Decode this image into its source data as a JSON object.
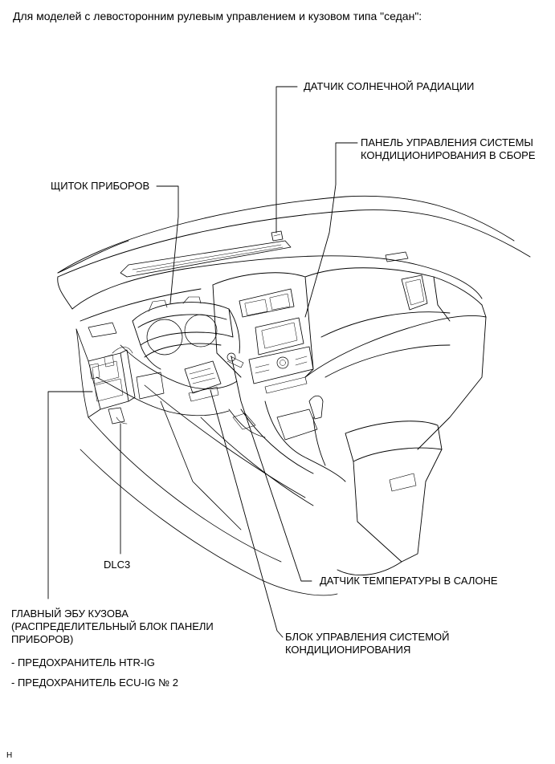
{
  "header": "Для моделей с левосторонним рулевым управлением и кузовом типа \"седан\":",
  "labels": {
    "solar_sensor": "ДАТЧИК СОЛНЕЧНОЙ РАДИАЦИИ",
    "ac_panel_line1": "ПАНЕЛЬ УПРАВЛЕНИЯ СИСТЕМЫ",
    "ac_panel_line2": "КОНДИЦИОНИРОВАНИЯ В СБОРЕ",
    "instrument_cluster": "ЩИТОК ПРИБОРОВ",
    "dlc3": "DLC3",
    "room_temp_sensor": "ДАТЧИК ТЕМПЕРАТУРЫ В САЛОНЕ",
    "main_body_ecu_line1": "ГЛАВНЫЙ ЭБУ КУЗОВА",
    "main_body_ecu_line2": "(РАСПРЕДЕЛИТЕЛЬНЫЙ БЛОК ПАНЕЛИ",
    "main_body_ecu_line3": "ПРИБОРОВ)",
    "fuse_htr": "- ПРЕДОХРАНИТЕЛЬ HTR-IG",
    "fuse_ecu": "- ПРЕДОХРАНИТЕЛЬ ECU-IG № 2",
    "ac_amplifier_line1": "БЛОК УПРАВЛЕНИЯ СИСТЕМОЙ",
    "ac_amplifier_line2": "КОНДИЦИОНИРОВАНИЯ"
  },
  "footer_code": "H"
}
